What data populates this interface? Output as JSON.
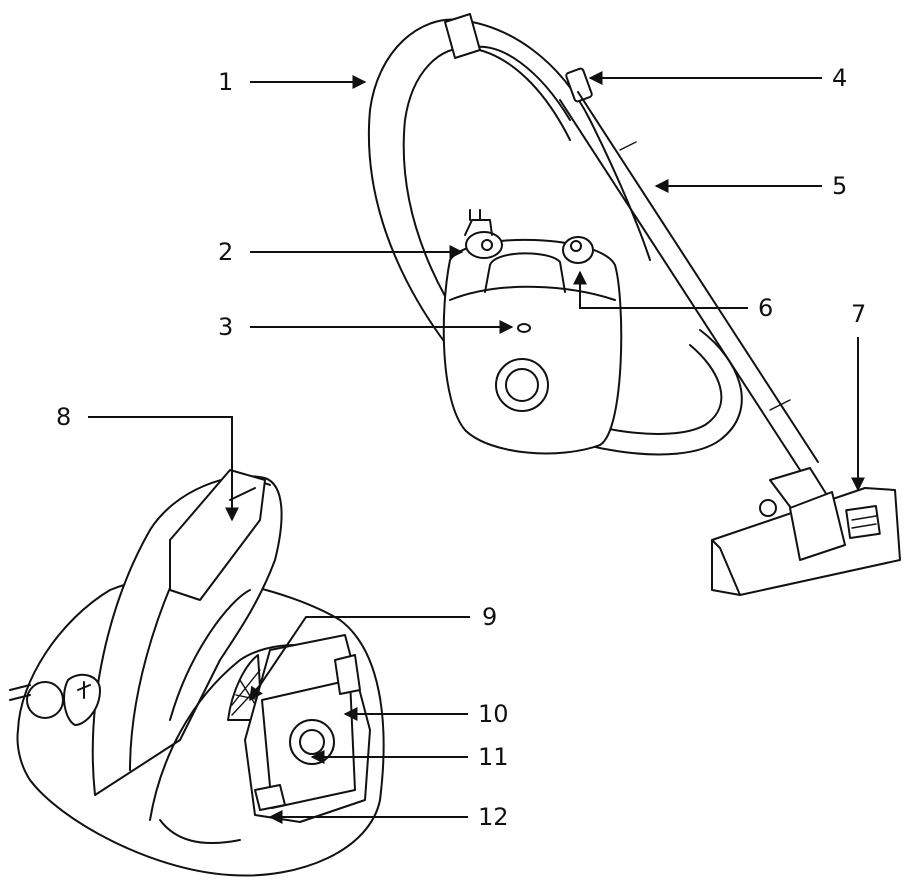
{
  "callouts": {
    "c1": "1",
    "c2": "2",
    "c3": "3",
    "c4": "4",
    "c5": "5",
    "c6": "6",
    "c7": "7",
    "c8": "8",
    "c9": "9",
    "c10": "10",
    "c11": "11",
    "c12": "12"
  },
  "colors": {
    "line": "#111111",
    "background": "#ffffff"
  }
}
